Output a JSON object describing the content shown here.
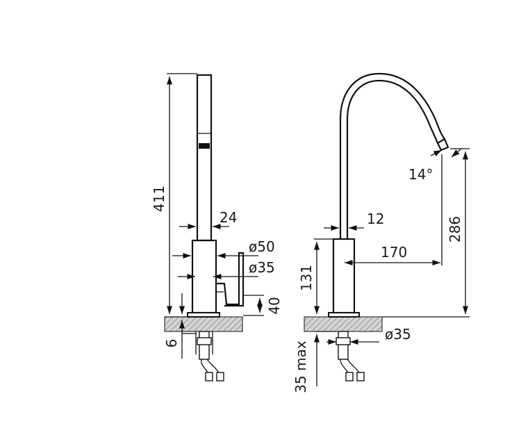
{
  "dimensions": {
    "height_total": "411",
    "spout_width": "24",
    "base_diameter": "ø50",
    "inner_diameter_left": "ø35",
    "lever_height": "40",
    "counter_thickness": "6",
    "spout_width_right": "12",
    "reach": "170",
    "base_height": "131",
    "spout_height": "286",
    "spout_angle": "14°",
    "mount_diameter": "ø35",
    "counter_max": "35 max"
  }
}
